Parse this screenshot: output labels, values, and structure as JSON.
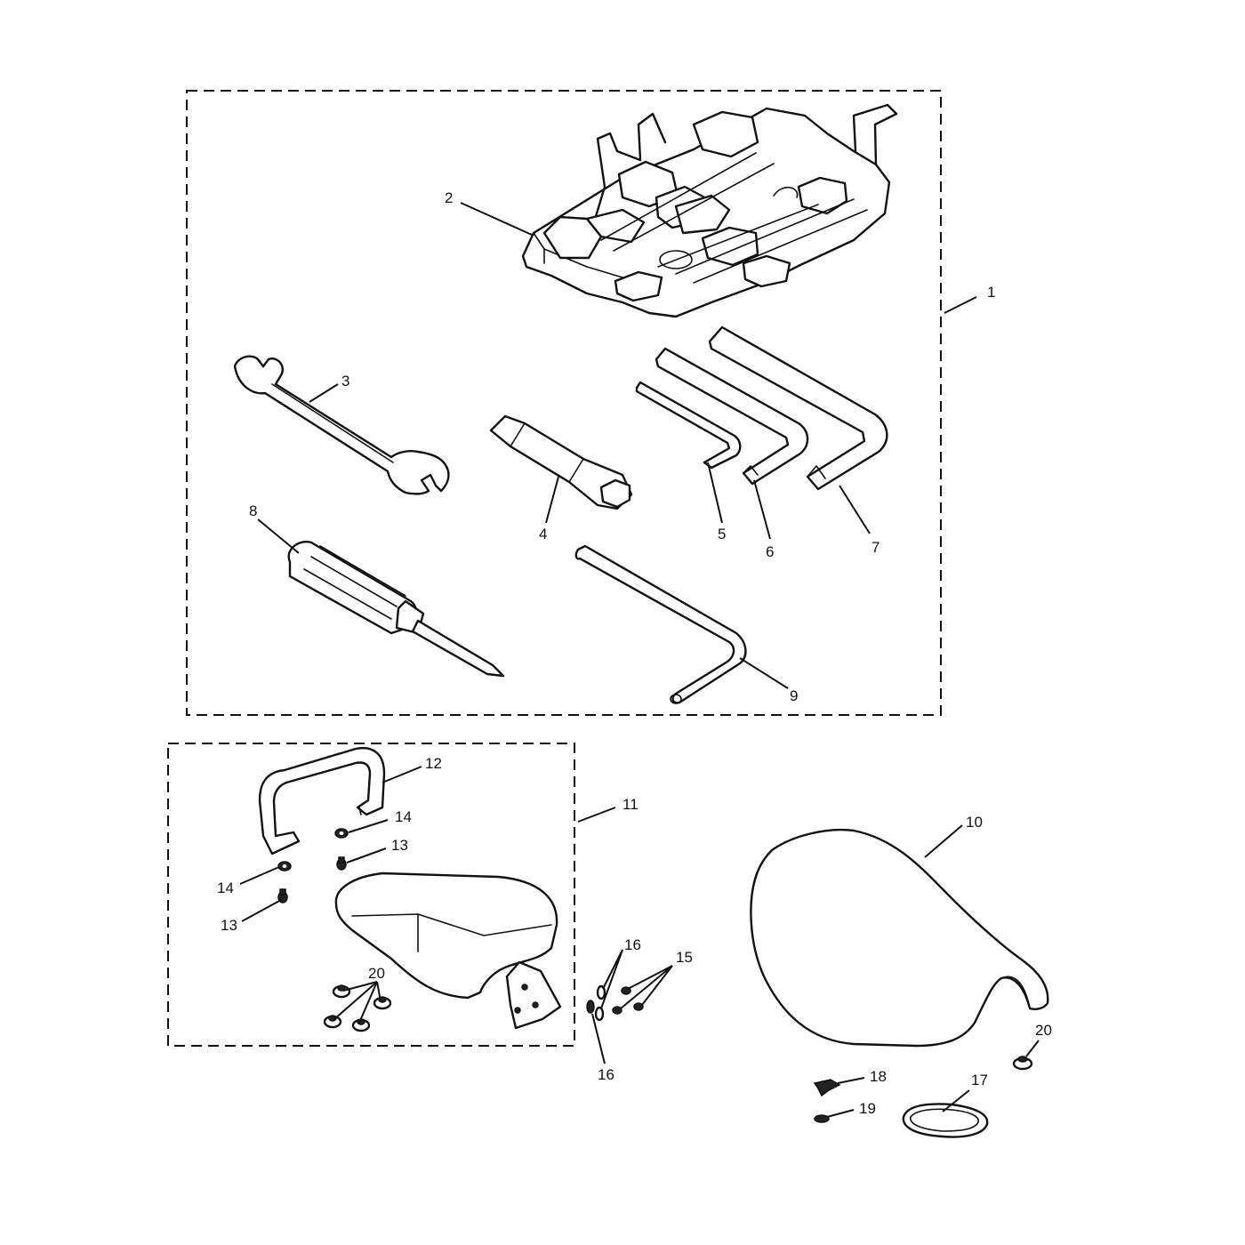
{
  "callouts": {
    "c1": "1",
    "c2": "2",
    "c3": "3",
    "c4": "4",
    "c5": "5",
    "c6": "6",
    "c7": "7",
    "c8": "8",
    "c9": "9",
    "c10": "10",
    "c11": "11",
    "c12": "12",
    "c13a": "13",
    "c13b": "13",
    "c14a": "14",
    "c14b": "14",
    "c15": "15",
    "c16a": "16",
    "c16b": "16",
    "c17": "17",
    "c18": "18",
    "c19": "19",
    "c20a": "20",
    "c20b": "20"
  }
}
